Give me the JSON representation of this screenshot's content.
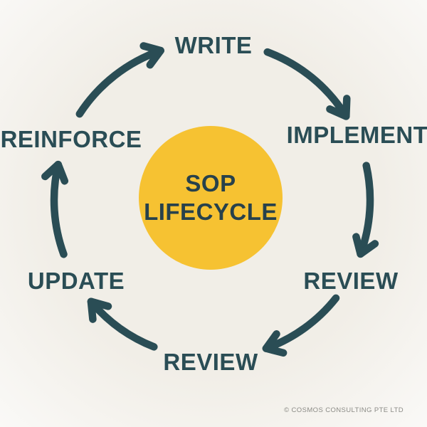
{
  "diagram": {
    "title": "SOP LIFECYCLE",
    "center": {
      "line1": "SOP",
      "line2": "LIFECYCLE"
    },
    "steps": [
      {
        "id": "write",
        "label": "WRITE"
      },
      {
        "id": "implement",
        "label": "IMPLEMENT"
      },
      {
        "id": "review-1",
        "label": "REVIEW"
      },
      {
        "id": "review-2",
        "label": "REVIEW"
      },
      {
        "id": "update",
        "label": "UPDATE"
      },
      {
        "id": "reinforce",
        "label": "REINFORCE"
      }
    ]
  },
  "footer": {
    "copyright": "© COSMOS CONSULTING PTE LTD"
  },
  "colors": {
    "background_center": "#F1EEE7",
    "background_edge": "#FAF9F7",
    "accent_yellow": "#F6C232",
    "ink_teal": "#2A4D55",
    "hub_text": "#27414B",
    "footer_gray": "#8B8B86"
  }
}
